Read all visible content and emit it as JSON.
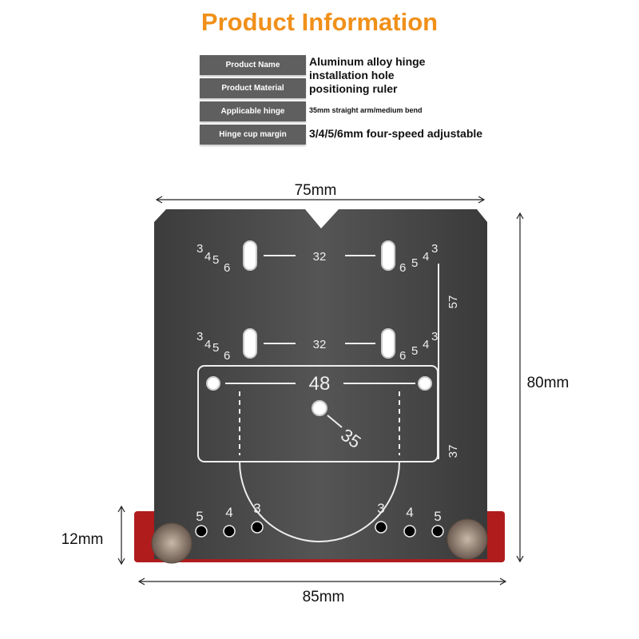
{
  "title": "Product Information",
  "specs": [
    {
      "label": "Product Name",
      "value": "Aluminum alloy hinge installation hole positioning ruler"
    },
    {
      "label": "Product Material",
      "value": ""
    },
    {
      "label": "Applicable hinge",
      "value": "35mm straight arm/medium bend"
    },
    {
      "label": "Hinge cup margin",
      "value": "3/4/5/6mm four-speed adjustable"
    }
  ],
  "name_lines": [
    "Aluminum alloy hinge",
    "installation hole",
    "positioning ruler"
  ],
  "dimensions": {
    "width": "75mm",
    "height": "80mm",
    "base_height": "12mm",
    "base_width": "85mm"
  },
  "ruler_marks": {
    "scale": [
      "3",
      "4",
      "5",
      "6"
    ],
    "spacing": "32",
    "side_top": "57",
    "side_bottom": "37",
    "center": "48",
    "cup": "35",
    "holes": [
      "5",
      "4",
      "3",
      "3",
      "4",
      "5"
    ]
  },
  "colors": {
    "title": "#f0901a",
    "plate": "#4a4a4a",
    "base": "#b01c1c"
  }
}
